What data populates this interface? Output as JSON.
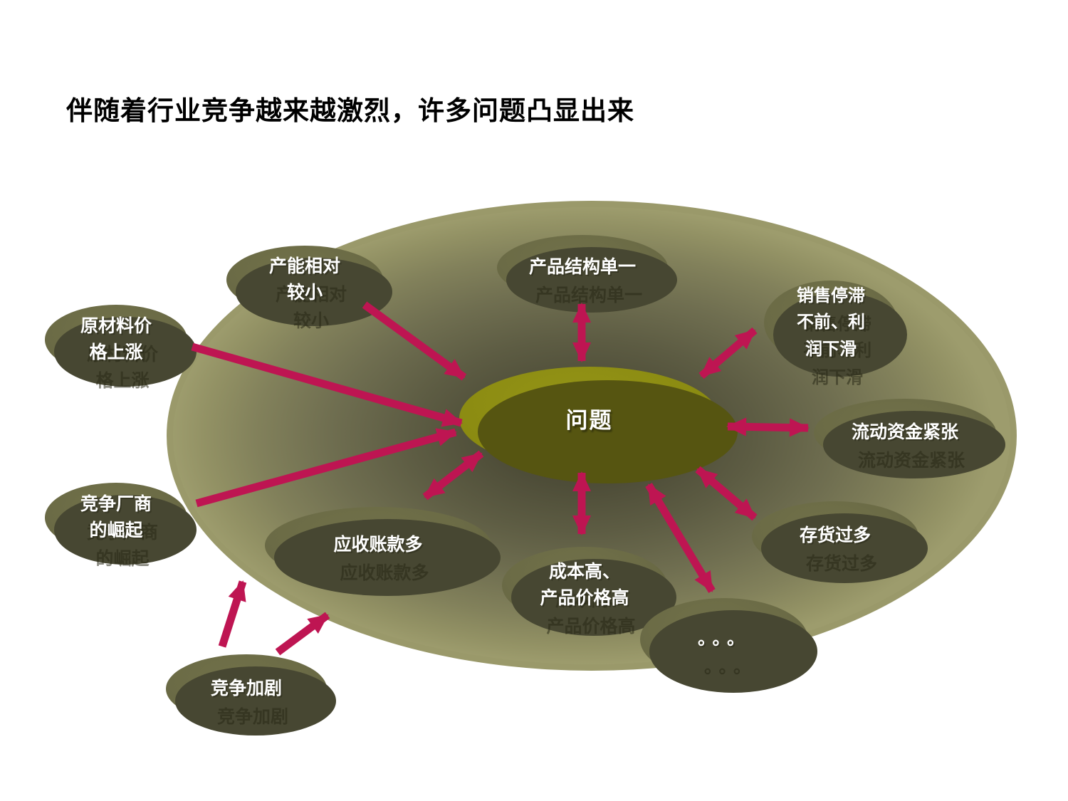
{
  "slide": {
    "title": "伴随着行业竞争越来越激烈，许多问题凸显出来"
  },
  "diagram": {
    "center_label": "问题",
    "nodes": [
      {
        "id": "capacity",
        "label": "产能相对\n较小"
      },
      {
        "id": "product-structure",
        "label": "产品结构单一"
      },
      {
        "id": "sales-stagnation",
        "label": "销售停滞\n不前、利\n润下滑"
      },
      {
        "id": "raw-material",
        "label": "原材料价\n格上涨"
      },
      {
        "id": "working-capital",
        "label": "流动资金紧张"
      },
      {
        "id": "competitor-rise",
        "label": "竞争厂商\n的崛起"
      },
      {
        "id": "receivables",
        "label": "应收账款多"
      },
      {
        "id": "high-cost",
        "label": "成本高、\n产品价格高"
      },
      {
        "id": "inventory",
        "label": "存货过多"
      },
      {
        "id": "ellipsis",
        "label": "。。。"
      },
      {
        "id": "competition",
        "label": "竞争加剧"
      }
    ],
    "connections": [
      {
        "from": "capacity",
        "to": "center",
        "arrow": "single-to-center"
      },
      {
        "from": "raw-material",
        "to": "center",
        "arrow": "single-to-center"
      },
      {
        "from": "competitor-rise",
        "to": "center",
        "arrow": "single-to-center"
      },
      {
        "from": "product-structure",
        "to": "center",
        "arrow": "double"
      },
      {
        "from": "sales-stagnation",
        "to": "center",
        "arrow": "double"
      },
      {
        "from": "working-capital",
        "to": "center",
        "arrow": "double"
      },
      {
        "from": "inventory",
        "to": "center",
        "arrow": "double"
      },
      {
        "from": "receivables",
        "to": "center",
        "arrow": "double"
      },
      {
        "from": "high-cost",
        "to": "center",
        "arrow": "double"
      },
      {
        "from": "ellipsis",
        "to": "center",
        "arrow": "double"
      },
      {
        "from": "competition",
        "to": "diagram",
        "arrow": "single-outward"
      },
      {
        "from": "competition",
        "to": "diagram",
        "arrow": "single-outward"
      }
    ],
    "colors": {
      "arrow": "#BE1552",
      "node_fill": "#6B6B46",
      "node_shadow": "#474732",
      "center_fill": "#8C8C12",
      "background_ellipse_mid": "#6F6E50",
      "label_text": "#FFFFFF",
      "title_text": "#000000"
    }
  }
}
